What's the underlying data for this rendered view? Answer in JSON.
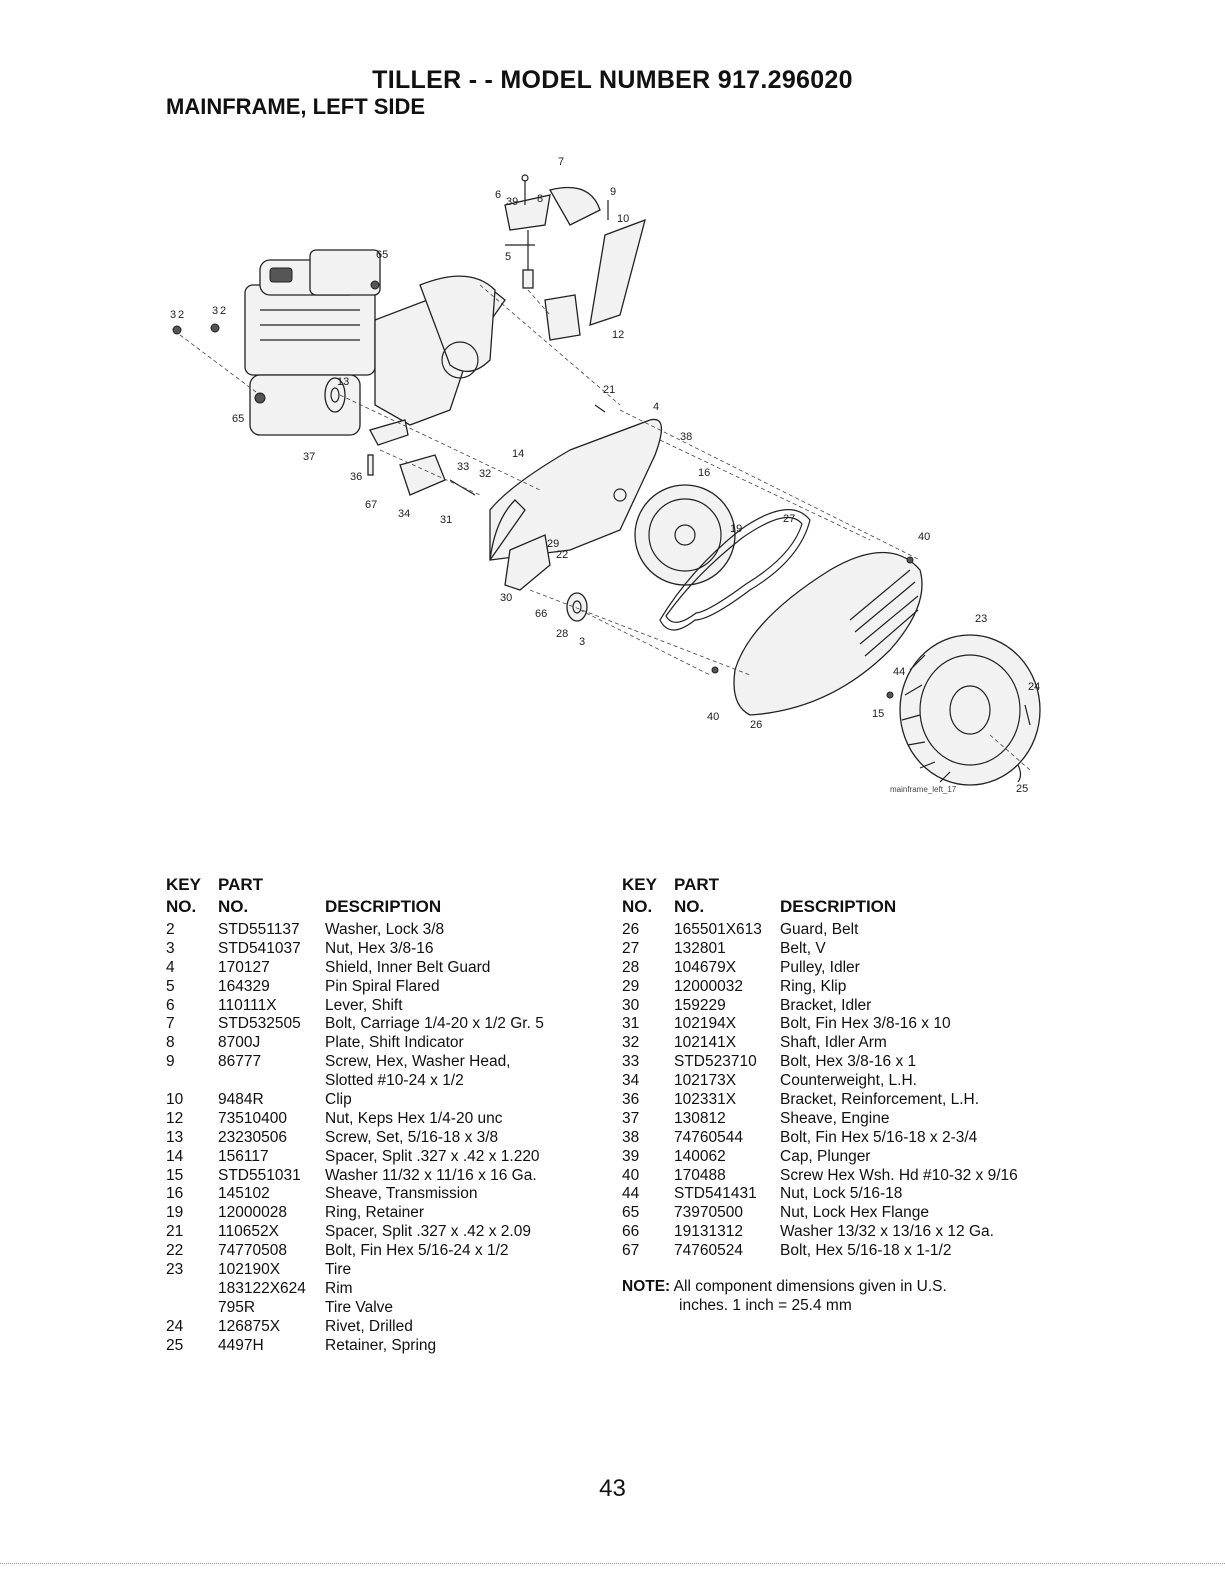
{
  "header": {
    "title": "TILLER - - MODEL NUMBER 917.296020",
    "subtitle": "MAINFRAME, LEFT SIDE"
  },
  "diagram": {
    "image_label": "mainframe_left_17",
    "callouts": [
      "7",
      "6",
      "39",
      "8",
      "9",
      "10",
      "5",
      "65",
      "12",
      "3",
      "2",
      "3",
      "2",
      "13",
      "21",
      "4",
      "65",
      "37",
      "38",
      "14",
      "33",
      "32",
      "16",
      "36",
      "67",
      "34",
      "31",
      "19",
      "27",
      "40",
      "29",
      "22",
      "30",
      "66",
      "28",
      "3",
      "23",
      "24",
      "44",
      "40",
      "26",
      "15",
      "25"
    ]
  },
  "left_table": {
    "headers": {
      "key_top": "KEY",
      "part_top": "PART",
      "key_bottom": "NO.",
      "part_bottom": "NO.",
      "desc": "DESCRIPTION"
    },
    "rows": [
      {
        "key": "2",
        "part": "STD551137",
        "desc": "Washer, Lock  3/8"
      },
      {
        "key": "3",
        "part": "STD541037",
        "desc": "Nut, Hex  3/8-16"
      },
      {
        "key": "4",
        "part": "170127",
        "desc": "Shield, Inner Belt Guard"
      },
      {
        "key": "5",
        "part": "164329",
        "desc": "Pin Spiral Flared"
      },
      {
        "key": "6",
        "part": "110111X",
        "desc": "Lever, Shift"
      },
      {
        "key": "7",
        "part": "STD532505",
        "desc": "Bolt, Carriage  1/4-20 x 1/2 Gr. 5"
      },
      {
        "key": "8",
        "part": "8700J",
        "desc": "Plate, Shift Indicator"
      },
      {
        "key": "9",
        "part": "86777",
        "desc": "Screw, Hex, Washer Head,"
      },
      {
        "key": "",
        "part": "",
        "desc": "Slotted #10-24 x 1/2"
      },
      {
        "key": "10",
        "part": "9484R",
        "desc": "Clip"
      },
      {
        "key": "12",
        "part": "73510400",
        "desc": "Nut, Keps Hex  1/4-20 unc"
      },
      {
        "key": "13",
        "part": "23230506",
        "desc": "Screw, Set,  5/16-18 x 3/8"
      },
      {
        "key": "14",
        "part": "156117",
        "desc": "Spacer, Split .327 x .42  x 1.220"
      },
      {
        "key": "15",
        "part": "STD551031",
        "desc": "Washer  11/32 x 11/16 x 16 Ga."
      },
      {
        "key": "16",
        "part": "145102",
        "desc": "Sheave, Transmission"
      },
      {
        "key": "19",
        "part": "12000028",
        "desc": "Ring, Retainer"
      },
      {
        "key": "21",
        "part": "110652X",
        "desc": "Spacer, Split .327 x .42 x 2.09"
      },
      {
        "key": "22",
        "part": "74770508",
        "desc": "Bolt, Fin Hex 5/16-24 x 1/2"
      },
      {
        "key": "23",
        "part": "102190X",
        "desc": "Tire"
      },
      {
        "key": "",
        "part": "183122X624",
        "desc": "Rim"
      },
      {
        "key": "",
        "part": "795R",
        "desc": "Tire Valve"
      },
      {
        "key": "24",
        "part": "126875X",
        "desc": "Rivet, Drilled"
      },
      {
        "key": "25",
        "part": "4497H",
        "desc": "Retainer, Spring"
      }
    ]
  },
  "right_table": {
    "headers": {
      "key_top": "KEY",
      "part_top": "PART",
      "key_bottom": "NO.",
      "part_bottom": "NO.",
      "desc": "DESCRIPTION"
    },
    "rows": [
      {
        "key": "26",
        "part": "165501X613",
        "desc": "Guard, Belt"
      },
      {
        "key": "27",
        "part": "132801",
        "desc": "Belt, V"
      },
      {
        "key": "28",
        "part": "104679X",
        "desc": "Pulley, Idler"
      },
      {
        "key": "29",
        "part": "12000032",
        "desc": "Ring, Klip"
      },
      {
        "key": "30",
        "part": "159229",
        "desc": "Bracket, Idler"
      },
      {
        "key": "31",
        "part": "102194X",
        "desc": "Bolt, Fin Hex  3/8-16 x 10"
      },
      {
        "key": "32",
        "part": "102141X",
        "desc": "Shaft, Idler Arm"
      },
      {
        "key": "33",
        "part": "STD523710",
        "desc": "Bolt, Hex  3/8-16 x 1"
      },
      {
        "key": "34",
        "part": "102173X",
        "desc": "Counterweight, L.H."
      },
      {
        "key": "36",
        "part": "102331X",
        "desc": "Bracket, Reinforcement, L.H."
      },
      {
        "key": "37",
        "part": "130812",
        "desc": "Sheave, Engine"
      },
      {
        "key": "38",
        "part": "74760544",
        "desc": "Bolt, Fin Hex 5/16-18 x 2-3/4"
      },
      {
        "key": "39",
        "part": "140062",
        "desc": "Cap, Plunger"
      },
      {
        "key": "40",
        "part": "170488",
        "desc": "Screw Hex Wsh. Hd #10-32 x 9/16"
      },
      {
        "key": "44",
        "part": "STD541431",
        "desc": "Nut, Lock 5/16-18"
      },
      {
        "key": "65",
        "part": "73970500",
        "desc": "Nut, Lock Hex Flange"
      },
      {
        "key": "66",
        "part": "19131312",
        "desc": "Washer 13/32 x 13/16 x 12 Ga."
      },
      {
        "key": "67",
        "part": "74760524",
        "desc": "Bolt, Hex  5/16-18 x 1-1/2"
      }
    ],
    "note": {
      "label": "NOTE:",
      "line1": "All component dimensions given in U.S.",
      "line2": "inches. 1 inch = 25.4 mm"
    }
  },
  "footer": {
    "page_number": "43"
  }
}
